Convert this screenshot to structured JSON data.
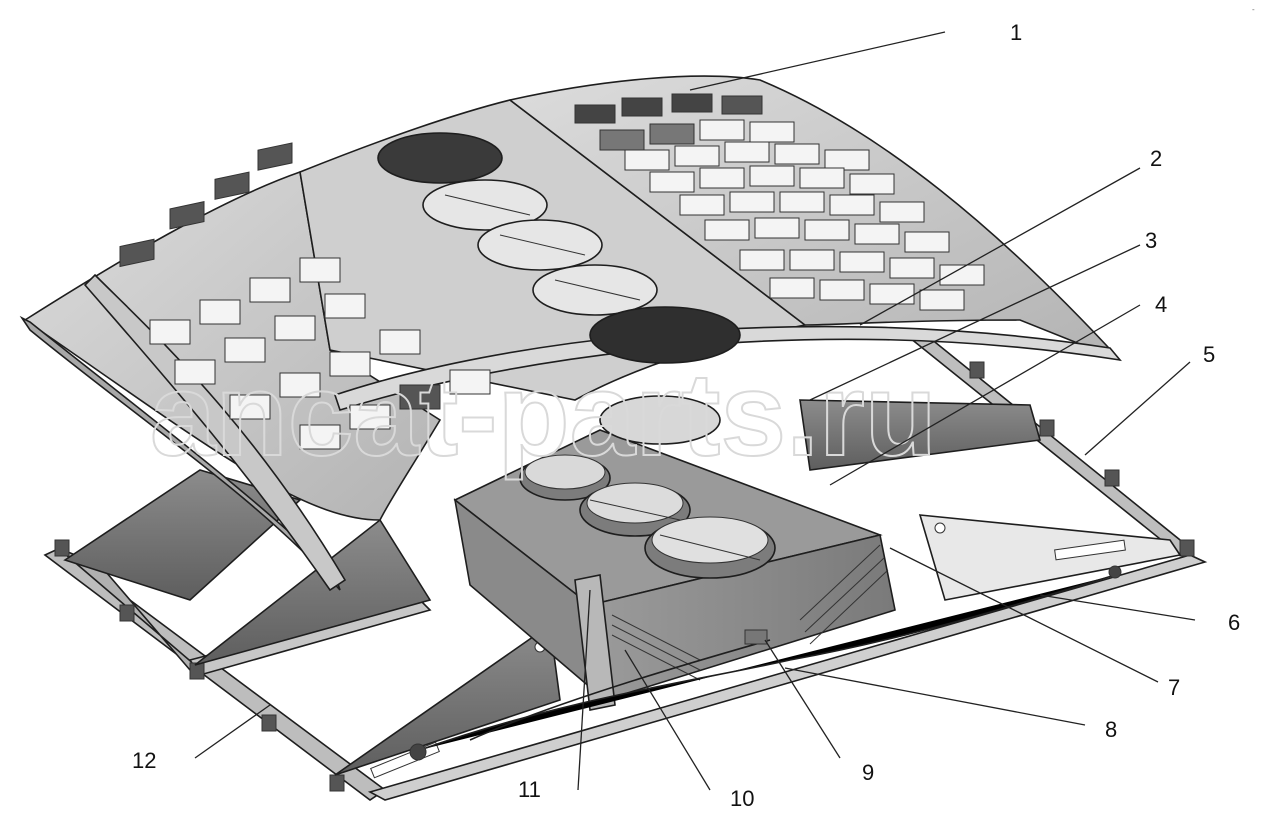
{
  "watermark": "ancat-parts.ru",
  "corner_mark": "-",
  "callouts": [
    {
      "id": "callout-1",
      "label": "1"
    },
    {
      "id": "callout-2",
      "label": "2"
    },
    {
      "id": "callout-3",
      "label": "3"
    },
    {
      "id": "callout-4",
      "label": "4"
    },
    {
      "id": "callout-5",
      "label": "5"
    },
    {
      "id": "callout-6",
      "label": "6"
    },
    {
      "id": "callout-7",
      "label": "7"
    },
    {
      "id": "callout-8",
      "label": "8"
    },
    {
      "id": "callout-9",
      "label": "9"
    },
    {
      "id": "callout-10",
      "label": "10"
    },
    {
      "id": "callout-11",
      "label": "11"
    },
    {
      "id": "callout-12",
      "label": "12"
    }
  ],
  "colors": {
    "panel_light": "#d6d6d6",
    "panel_mid": "#a9a9a9",
    "panel_dark": "#6f6f6f",
    "grille_dark": "#3a3a3a",
    "outline": "#1e1e1e"
  }
}
